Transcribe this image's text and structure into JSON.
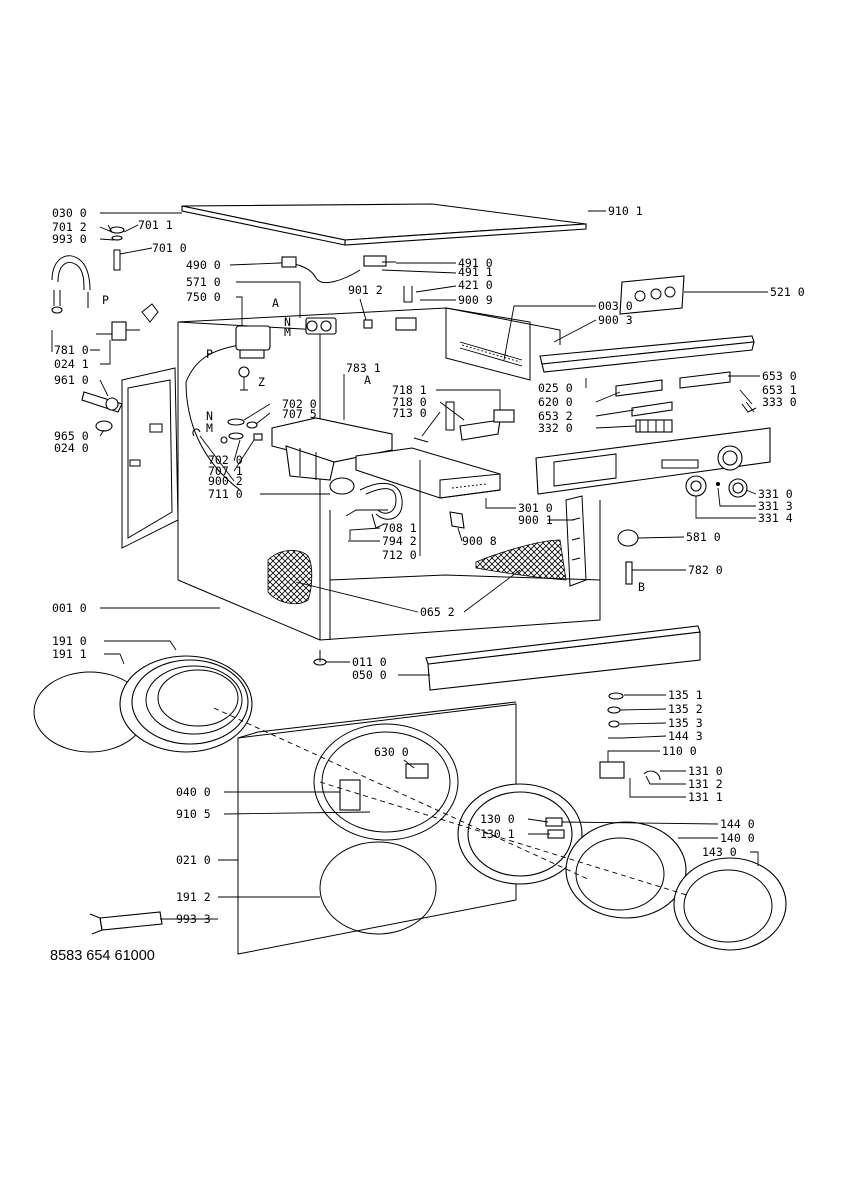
{
  "diagram": {
    "document_number": "8583 654 61000",
    "part_labels": {
      "p030_0": "030 0",
      "p701_2": "701 2",
      "p993_0": "993 0",
      "p701_1": "701 1",
      "p701_0": "701 0",
      "p490_0": "490 0",
      "p571_0": "571 0",
      "p750_0": "750 0",
      "p781_0": "781 0",
      "p024_1": "024 1",
      "p961_0": "961 0",
      "p965_0": "965 0",
      "p024_0": "024 0",
      "p702_0a": "702 0",
      "p707_5": "707 5",
      "p702_0b": "702 0",
      "p707_1": "707 1",
      "p900_2": "900 2",
      "p711_0": "711 0",
      "p491_0": "491 0",
      "p491_1": "491 1",
      "p421_0": "421 0",
      "p900_9": "900 9",
      "p901_2": "901 2",
      "p783_1": "783 1",
      "p718_1": "718 1",
      "p718_0": "718 0",
      "p713_0": "713 0",
      "p910_1": "910 1",
      "p003_0": "003 0",
      "p900_3": "900 3",
      "p521_0": "521 0",
      "p025_0": "025 0",
      "p620_0": "620 0",
      "p653_2": "653 2",
      "p332_0": "332 0",
      "p653_0": "653 0",
      "p653_1": "653 1",
      "p333_0": "333 0",
      "p331_0": "331 0",
      "p331_3": "331 3",
      "p331_4": "331 4",
      "p301_0": "301 0",
      "p900_1": "900 1",
      "p708_1": "708 1",
      "p794_2": "794 2",
      "p712_0": "712 0",
      "p900_8": "900 8",
      "p581_0": "581 0",
      "p782_0": "782 0",
      "p001_0": "001 0",
      "p065_2": "065 2",
      "p191_0": "191 0",
      "p191_1": "191 1",
      "p011_0": "011 0",
      "p050_0": "050 0",
      "p135_1": "135 1",
      "p135_2": "135 2",
      "p135_3": "135 3",
      "p144_3": "144 3",
      "p110_0": "110 0",
      "p131_0": "131 0",
      "p131_2": "131 2",
      "p131_1": "131 1",
      "p630_0": "630 0",
      "p040_0": "040 0",
      "p910_5": "910 5",
      "p130_0": "130 0",
      "p130_1": "130 1",
      "p144_0": "144 0",
      "p140_0": "140 0",
      "p143_0": "143 0",
      "p021_0": "021 0",
      "p191_2": "191 2",
      "p993_3": "993 3"
    },
    "letter_markers": {
      "a1": "A",
      "a2": "A",
      "p1": "P",
      "p2": "P",
      "z": "Z",
      "n1": "N",
      "m1": "M",
      "n2": "N",
      "m2": "M",
      "b": "B"
    }
  }
}
